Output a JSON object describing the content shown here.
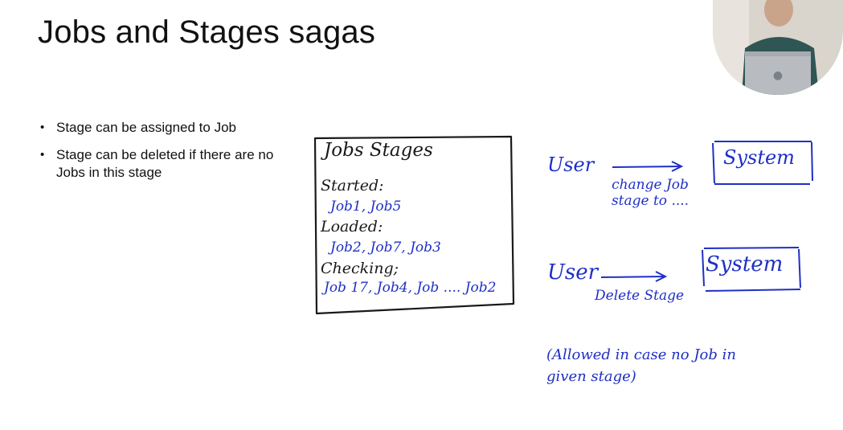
{
  "slide": {
    "title": "Jobs and Stages sagas",
    "bullets": [
      "Stage can be assigned to Job",
      "Stage can be deleted if there are no Jobs in this stage"
    ]
  },
  "jobs_box": {
    "title": "Jobs Stages",
    "groups": [
      {
        "label": "Started:",
        "items": "Job1, Job5"
      },
      {
        "label": "Loaded:",
        "items": "Job2, Job7, Job3"
      },
      {
        "label": "Checking;",
        "items": "Job 17, Job4, Job .... Job2"
      }
    ]
  },
  "diagram": {
    "row1": {
      "user": "User",
      "note": "change Job stage to ....",
      "system": "System"
    },
    "row2": {
      "user": "User",
      "note": "Delete Stage",
      "system": "System"
    },
    "footnote": "(Allowed in case no Job in given stage)"
  },
  "colors": {
    "ink_blue": "#1f2fc6",
    "ink_black": "#1a1a1a"
  },
  "webcam": {
    "icon": "apple-logo-icon"
  }
}
